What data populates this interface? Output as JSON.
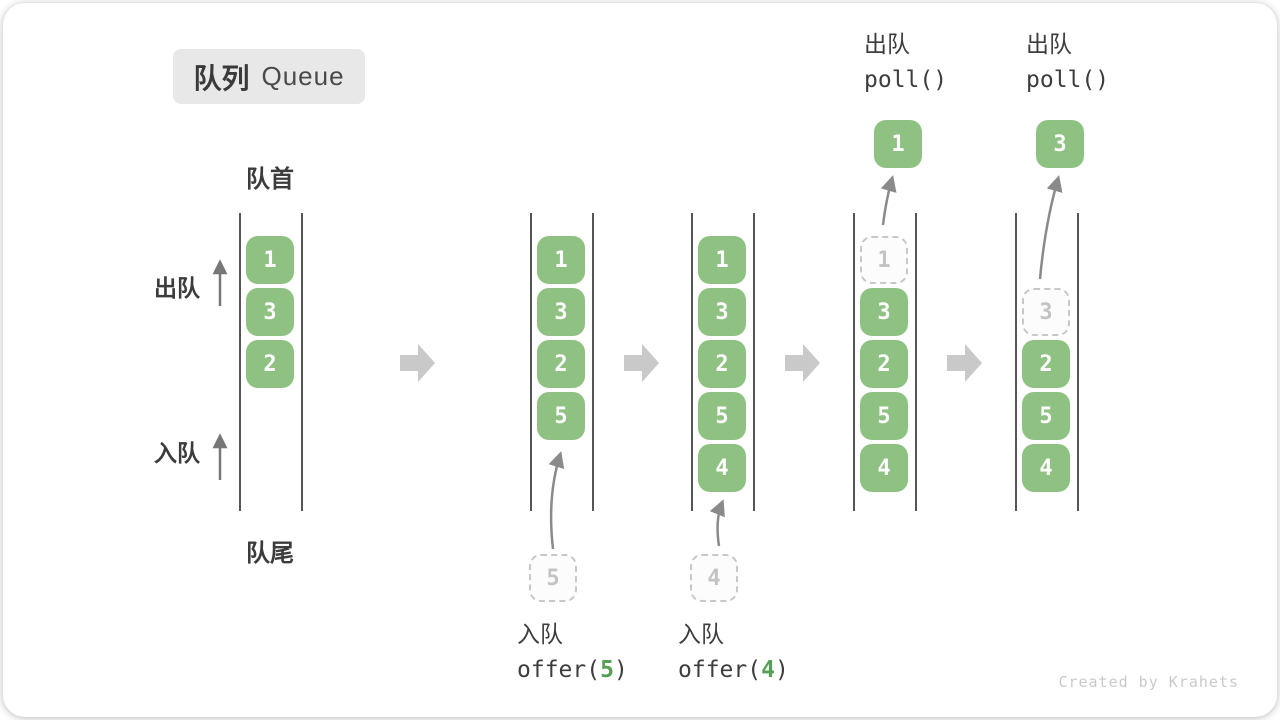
{
  "title": {
    "zh": "队列",
    "en": "Queue"
  },
  "side_labels": {
    "front": "队首",
    "rear": "队尾",
    "dequeue": "出队",
    "enqueue": "入队"
  },
  "watermark": "Created by Krahets",
  "colors": {
    "item_green": "#8FC183",
    "code_arg_green": "#55A054",
    "dashed_gray": "#c7c7c7",
    "arrow_gray": "#8a8a8a",
    "block_arrow_gray": "#c9c9c9",
    "text_dark": "#3d3d3d",
    "badge_bg": "#e8e8e8",
    "watermark_gray": "#c9c9c9"
  },
  "states": [
    {
      "slots": [
        {
          "v": "1",
          "type": "solid"
        },
        {
          "v": "3",
          "type": "solid"
        },
        {
          "v": "2",
          "type": "solid"
        }
      ]
    },
    {
      "slots": [
        {
          "v": "1",
          "type": "solid"
        },
        {
          "v": "3",
          "type": "solid"
        },
        {
          "v": "2",
          "type": "solid"
        },
        {
          "v": "5",
          "type": "solid"
        }
      ],
      "incoming": {
        "value": "5",
        "label": "入队",
        "code_prefix": "offer(",
        "code_arg": "5",
        "code_suffix": ")"
      }
    },
    {
      "slots": [
        {
          "v": "1",
          "type": "solid"
        },
        {
          "v": "3",
          "type": "solid"
        },
        {
          "v": "2",
          "type": "solid"
        },
        {
          "v": "5",
          "type": "solid"
        },
        {
          "v": "4",
          "type": "solid"
        }
      ],
      "incoming": {
        "value": "4",
        "label": "入队",
        "code_prefix": "offer(",
        "code_arg": "4",
        "code_suffix": ")"
      }
    },
    {
      "slots": [
        {
          "v": "1",
          "type": "dashed"
        },
        {
          "v": "3",
          "type": "solid"
        },
        {
          "v": "2",
          "type": "solid"
        },
        {
          "v": "5",
          "type": "solid"
        },
        {
          "v": "4",
          "type": "solid"
        }
      ],
      "outgoing": {
        "value": "1",
        "label": "出队",
        "code": "poll()"
      }
    },
    {
      "slots": [
        {
          "type": "empty"
        },
        {
          "v": "3",
          "type": "dashed"
        },
        {
          "v": "2",
          "type": "solid"
        },
        {
          "v": "5",
          "type": "solid"
        },
        {
          "v": "4",
          "type": "solid"
        }
      ],
      "outgoing": {
        "value": "3",
        "label": "出队",
        "code": "poll()"
      }
    }
  ]
}
